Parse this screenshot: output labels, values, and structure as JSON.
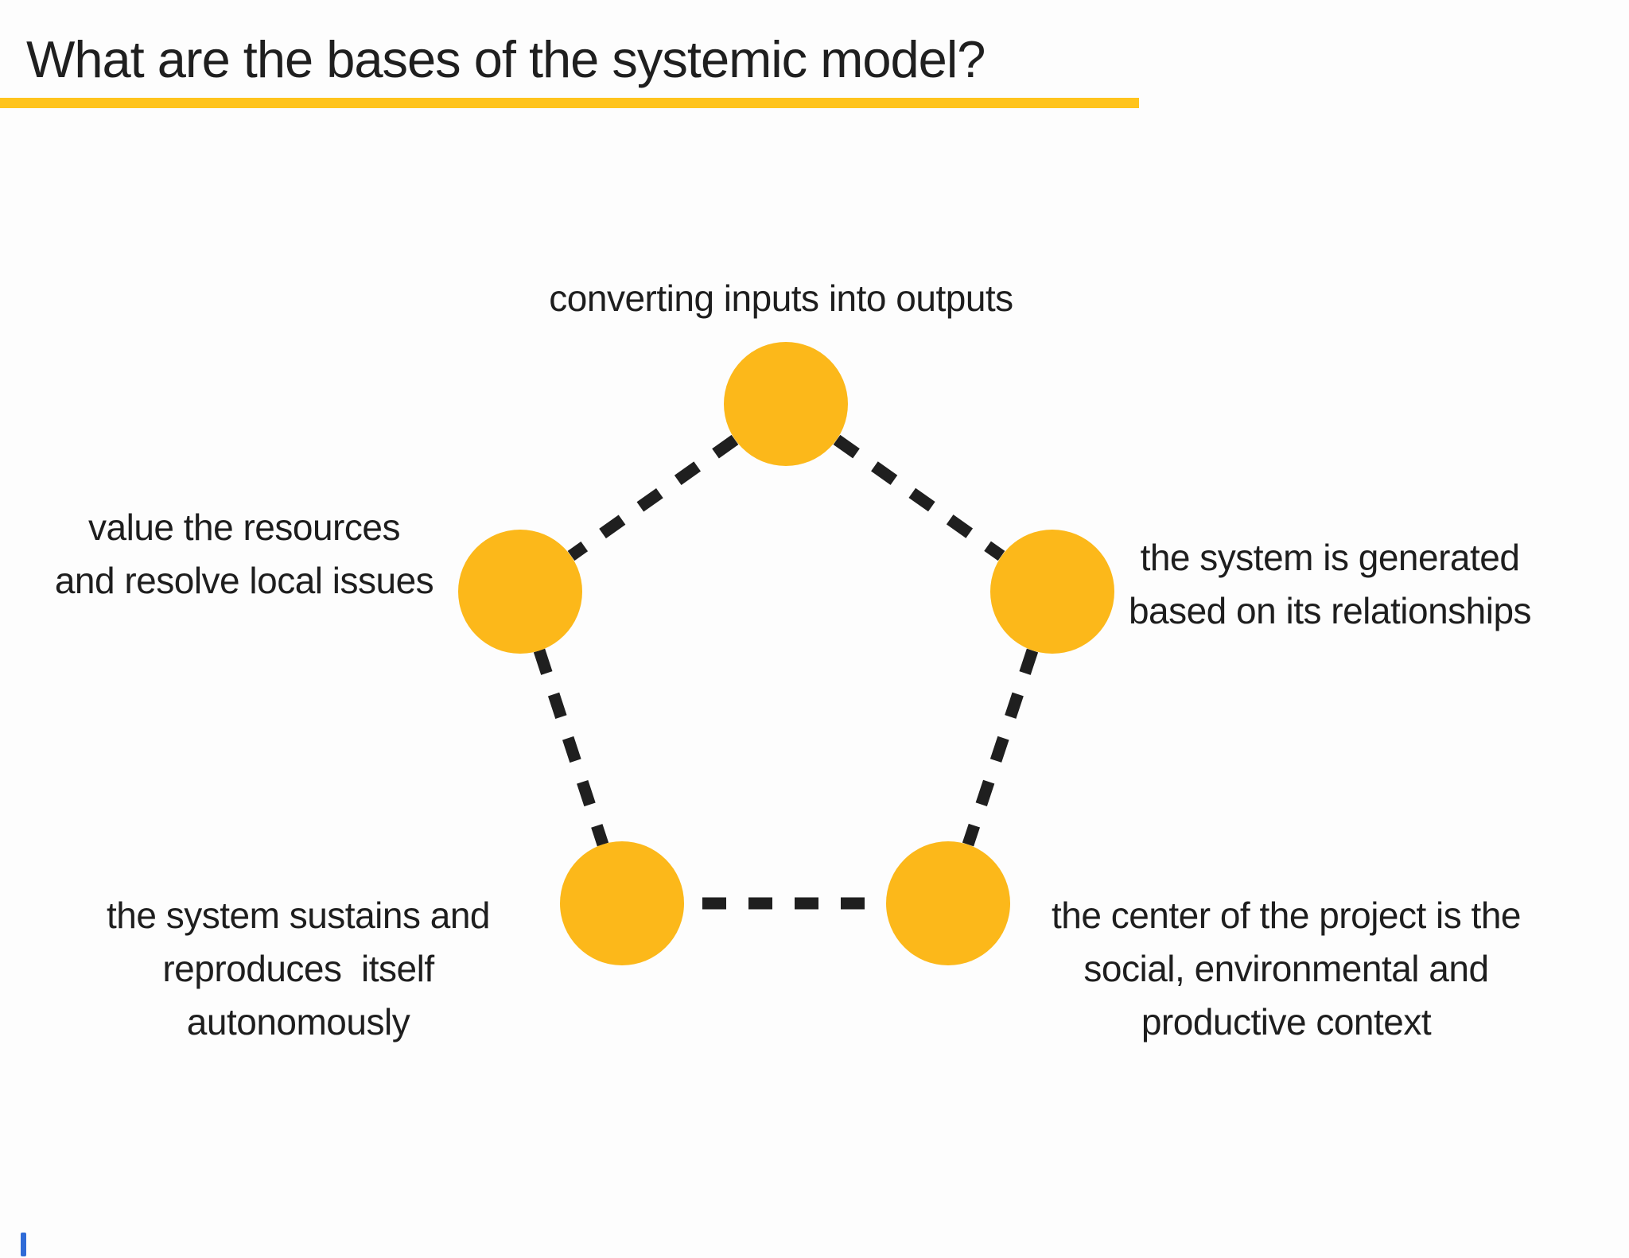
{
  "slide": {
    "title": "What are the bases of the systemic model?"
  },
  "diagram": {
    "type": "pentagon-node-cycle",
    "nodes": [
      {
        "id": "top",
        "label": "converting inputs into outputs"
      },
      {
        "id": "left",
        "label": "value the resources\nand resolve local issues"
      },
      {
        "id": "right",
        "label": "the system is generated\nbased on its relationships"
      },
      {
        "id": "bottom_left",
        "label": "the system sustains and\nreproduces  itself\nautonomously"
      },
      {
        "id": "bottom_right",
        "label": "the center of the project is the\nsocial, environmental and\nproductive context"
      }
    ],
    "connector_style": "dashed"
  },
  "colors": {
    "node_fill": "#FCB81A",
    "title_underline": "#FFC41D",
    "text": "#1E1E1E",
    "connector": "#1F1F1F",
    "background": "#FDFDFD",
    "corner_marker_blue": "#2F6BD7"
  }
}
